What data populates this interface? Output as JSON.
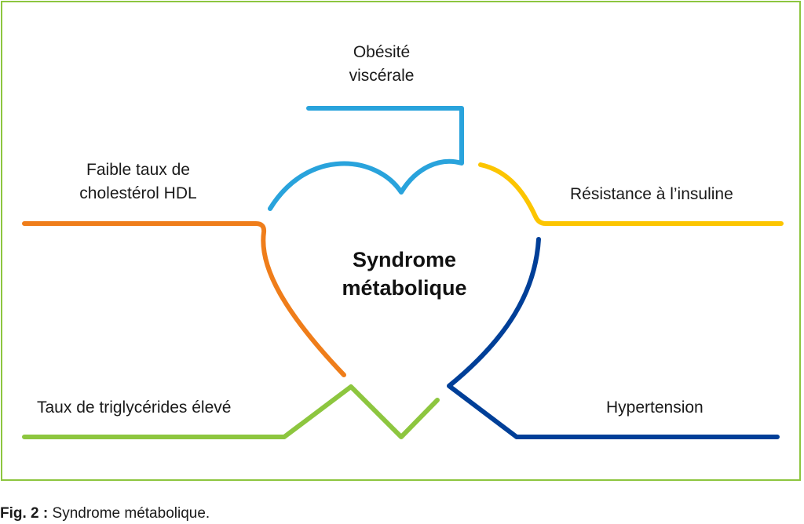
{
  "diagram": {
    "center_title_line1": "Syndrome",
    "center_title_line2": "métabolique",
    "factors": {
      "obesity": {
        "line1": "Obésité",
        "line2": "viscérale",
        "color": "#29a3dc"
      },
      "hdl": {
        "line1": "Faible taux de",
        "line2": "cholestérol HDL",
        "color": "#ef7d1a"
      },
      "insulin": {
        "label": "Résistance à l’insuline",
        "color": "#fcc500"
      },
      "triglycerides": {
        "label": "Taux de triglycérides élevé",
        "color": "#8dc63f"
      },
      "hypertension": {
        "label": "Hypertension",
        "color": "#003f98"
      }
    },
    "frame_color": "#8dc63f"
  },
  "caption": {
    "prefix": "Fig. 2 :",
    "text": "Syndrome métabolique."
  }
}
